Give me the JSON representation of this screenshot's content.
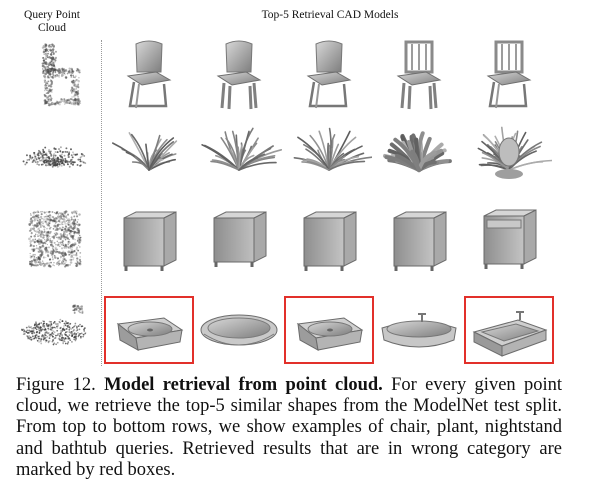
{
  "header": {
    "query_label": "Query Point Cloud",
    "retrieval_label": "Top-5 Retrieval CAD Models"
  },
  "rows": [
    {
      "query": "chair",
      "results": [
        "chair",
        "chair",
        "chair",
        "chair",
        "chair"
      ],
      "wrong": [
        false,
        false,
        false,
        false,
        false
      ]
    },
    {
      "query": "plant",
      "results": [
        "plant",
        "plant",
        "plant",
        "plant",
        "plant"
      ],
      "wrong": [
        false,
        false,
        false,
        false,
        false
      ]
    },
    {
      "query": "nightstand",
      "results": [
        "nightstand",
        "nightstand",
        "nightstand",
        "nightstand",
        "nightstand"
      ],
      "wrong": [
        false,
        false,
        false,
        false,
        false
      ]
    },
    {
      "query": "bathtub",
      "results": [
        "sink",
        "bathtub",
        "sink",
        "bathtub",
        "sink"
      ],
      "wrong": [
        true,
        false,
        true,
        false,
        true
      ]
    }
  ],
  "colors": {
    "wrong_box": "#e2302a",
    "shape": "#a8a8a8",
    "point_cloud": "#555555"
  },
  "caption": {
    "label": "Figure 12.",
    "title": "Model retrieval from point cloud.",
    "body": "For every given point cloud, we retrieve the top-5 similar shapes from the ModelNet test split. From top to bottom rows, we show examples of chair, plant, nightstand and bathtub queries. Retrieved results that are in wrong category are marked by red boxes."
  }
}
